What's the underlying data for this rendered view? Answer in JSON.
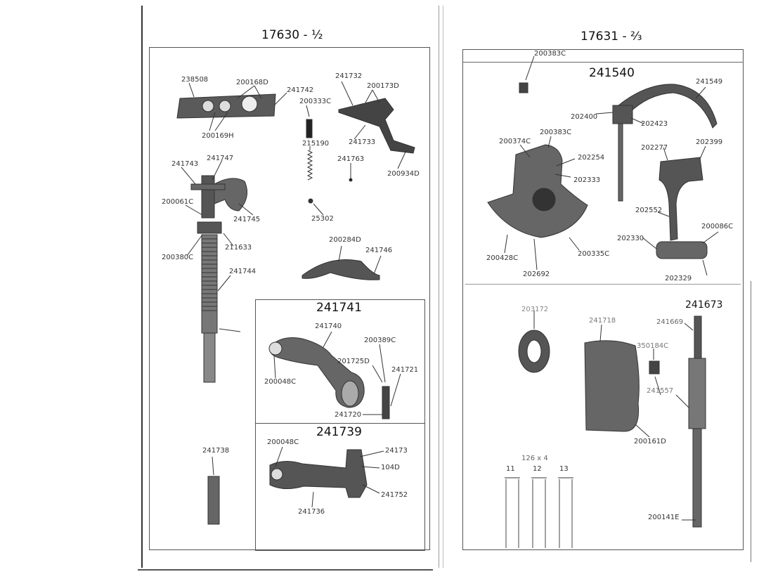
{
  "left_page": {
    "title": "17630 - ½",
    "labels": {
      "p238508": "238508",
      "p200168d": "200168D",
      "p241742": "241742",
      "p200169h": "200169H",
      "p241732": "241732",
      "p200173d": "200173D",
      "p200333c": "200333C",
      "p215190": "215190",
      "p241733": "241733",
      "p241763": "241763",
      "p200934d": "200934D",
      "p241743": "241743",
      "p241747": "241747",
      "p200061c": "200061C",
      "p241745": "241745",
      "p25302": "25302",
      "p200284d": "200284D",
      "p241746": "241746",
      "p211633": "211633",
      "p200380c": "200380C",
      "p241744": "241744",
      "p241738": "241738"
    },
    "group_241741": {
      "title": "241741",
      "p241740": "241740",
      "p200389c": "200389C",
      "p201725d": "201725D",
      "p241721": "241721",
      "p200048c": "200048C",
      "p241720": "241720"
    },
    "group_241739": {
      "title": "241739",
      "p200048c": "200048C",
      "p24173": "24173",
      "p104d": "104D",
      "p241752": "241752",
      "p241736": "241736"
    }
  },
  "right_page": {
    "title": "17631 - ⅔",
    "p200383c_top": "200383C",
    "group_241540": {
      "title": "241540",
      "p241549": "241549",
      "p202400": "202400",
      "p202423": "202423",
      "p200383c": "200383C",
      "p200374c": "200374C",
      "p202254": "202254",
      "p202333": "202333",
      "p202277": "202277",
      "p202399": "202399",
      "p202552": "202552",
      "p200086c": "200086C",
      "p202330": "202330",
      "p200428c": "200428C",
      "p200335c": "200335C",
      "p202692": "202692",
      "p202329": "202329"
    },
    "group_241673": {
      "title": "241673",
      "p203172": "203172",
      "p241718": "241718",
      "p241669": "241669",
      "p350184c": "350184C",
      "p241557": "241557",
      "p200161d": "200161D",
      "p200141e": "200141E",
      "needle_header": "126 x 4",
      "needle_11": "11",
      "needle_12": "12",
      "needle_13": "13"
    }
  }
}
